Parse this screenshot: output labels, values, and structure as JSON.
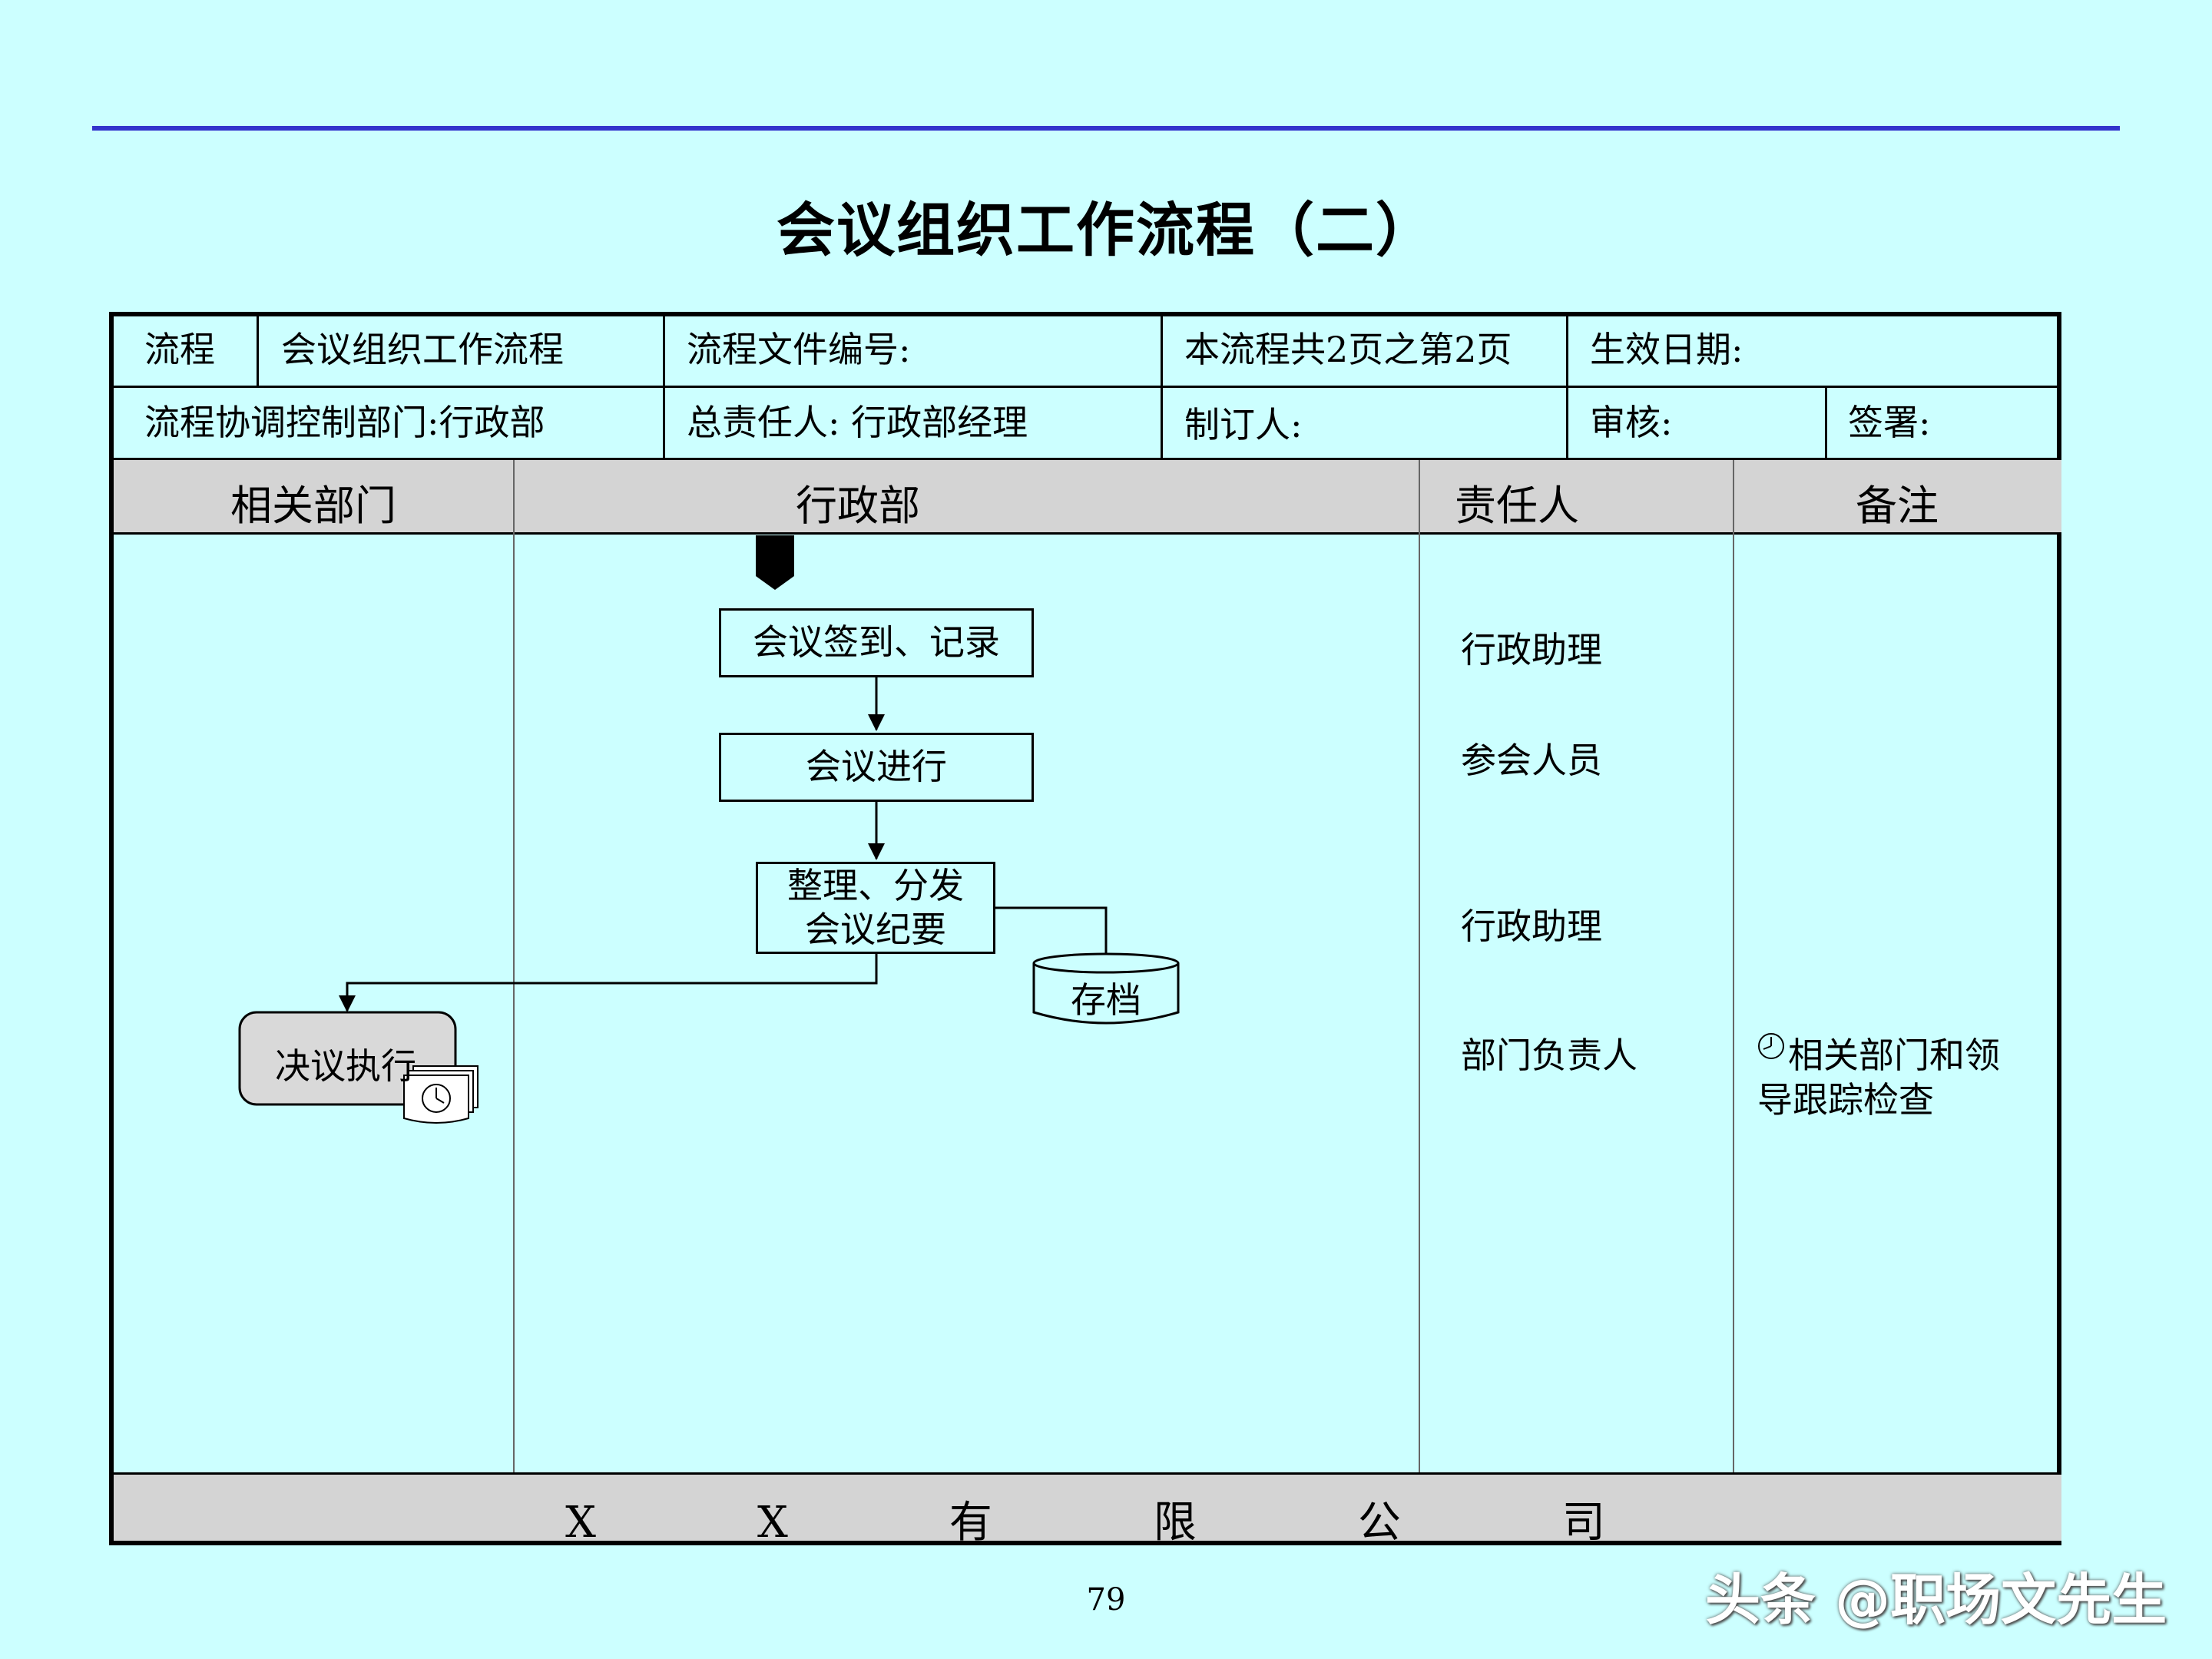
{
  "page": {
    "title": "会议组织工作流程（二）",
    "page_number": "79",
    "watermark": "头条 @职场文先生"
  },
  "header": {
    "process_label": "流程",
    "process_name": "会议组织工作流程",
    "doc_number": "流程文件编号:",
    "pages": "本流程共2页之第2页",
    "effective_date": "生效日期:",
    "control_dept": "流程协调控制部门:行政部",
    "owner": "总责任人: 行政部经理",
    "author": "制订人:",
    "reviewer": "审核:",
    "signature": "签署:"
  },
  "columns": {
    "related_dept": "相关部门",
    "admin_dept": "行政部",
    "responsible": "责任人",
    "remarks": "备注"
  },
  "flow": {
    "step1": "会议签到、记录",
    "step2": "会议进行",
    "step3_line1": "整理、分发",
    "step3_line2": "会议纪要",
    "archive": "存档",
    "execute": "决议执行"
  },
  "responsible": {
    "r1": "行政助理",
    "r2": "参会人员",
    "r3": "行政助理",
    "r4": "部门负责人"
  },
  "remarks": {
    "note_line1": "相关部门和领",
    "note_line2": "导跟踪检查",
    "note_icon": "clock-icon"
  },
  "footer": {
    "company": "XX有限公司"
  },
  "colors": {
    "background": "#ccffff",
    "top_rule": "#3333cc",
    "band": "#d4d4d4",
    "execute_box": "#d9d9d9"
  }
}
